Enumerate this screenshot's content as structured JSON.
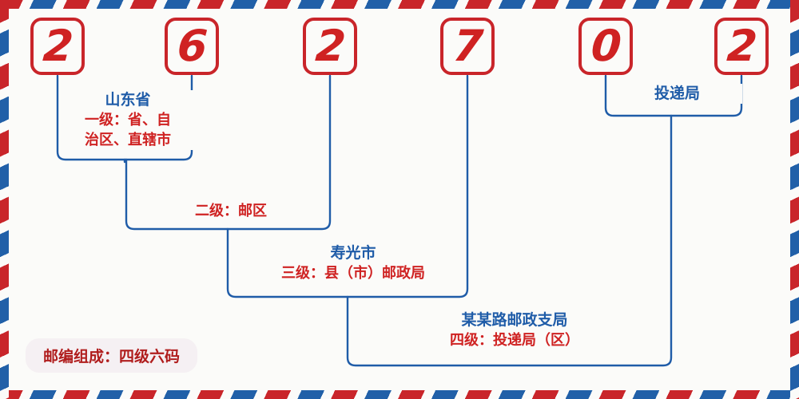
{
  "postcode": {
    "digits": [
      "2",
      "6",
      "2",
      "7",
      "0",
      "2"
    ]
  },
  "colors": {
    "red": "#cf2222",
    "blue": "#1f5ca8",
    "stripe_red": "#c9252a",
    "stripe_blue": "#2160a8",
    "background": "#fbfbf9",
    "badge_background": "#f5f0f3",
    "badge_text": "#b01d1d"
  },
  "levels": [
    {
      "id": "level-1",
      "name": "山东省",
      "desc_line1": "一级：省、自",
      "desc_line2": "治区、直辖市",
      "covers_digits": [
        1,
        2
      ]
    },
    {
      "id": "level-2",
      "name": "",
      "desc_line1": "二级：邮区",
      "desc_line2": "",
      "covers_digits": [
        2,
        3
      ]
    },
    {
      "id": "level-3",
      "name": "寿光市",
      "desc_line1": "三级：县（市）邮政局",
      "desc_line2": "",
      "covers_digits": [
        3,
        4
      ]
    },
    {
      "id": "level-4",
      "name": "某某路邮政支局",
      "desc_line1": "四级：投递局（区）",
      "desc_line2": "",
      "covers_digits": [
        4,
        6
      ]
    }
  ],
  "delivery_office": {
    "label": "投递局",
    "covers_digits": [
      5,
      6
    ]
  },
  "footnote": {
    "text": "邮编组成：四级六码"
  }
}
